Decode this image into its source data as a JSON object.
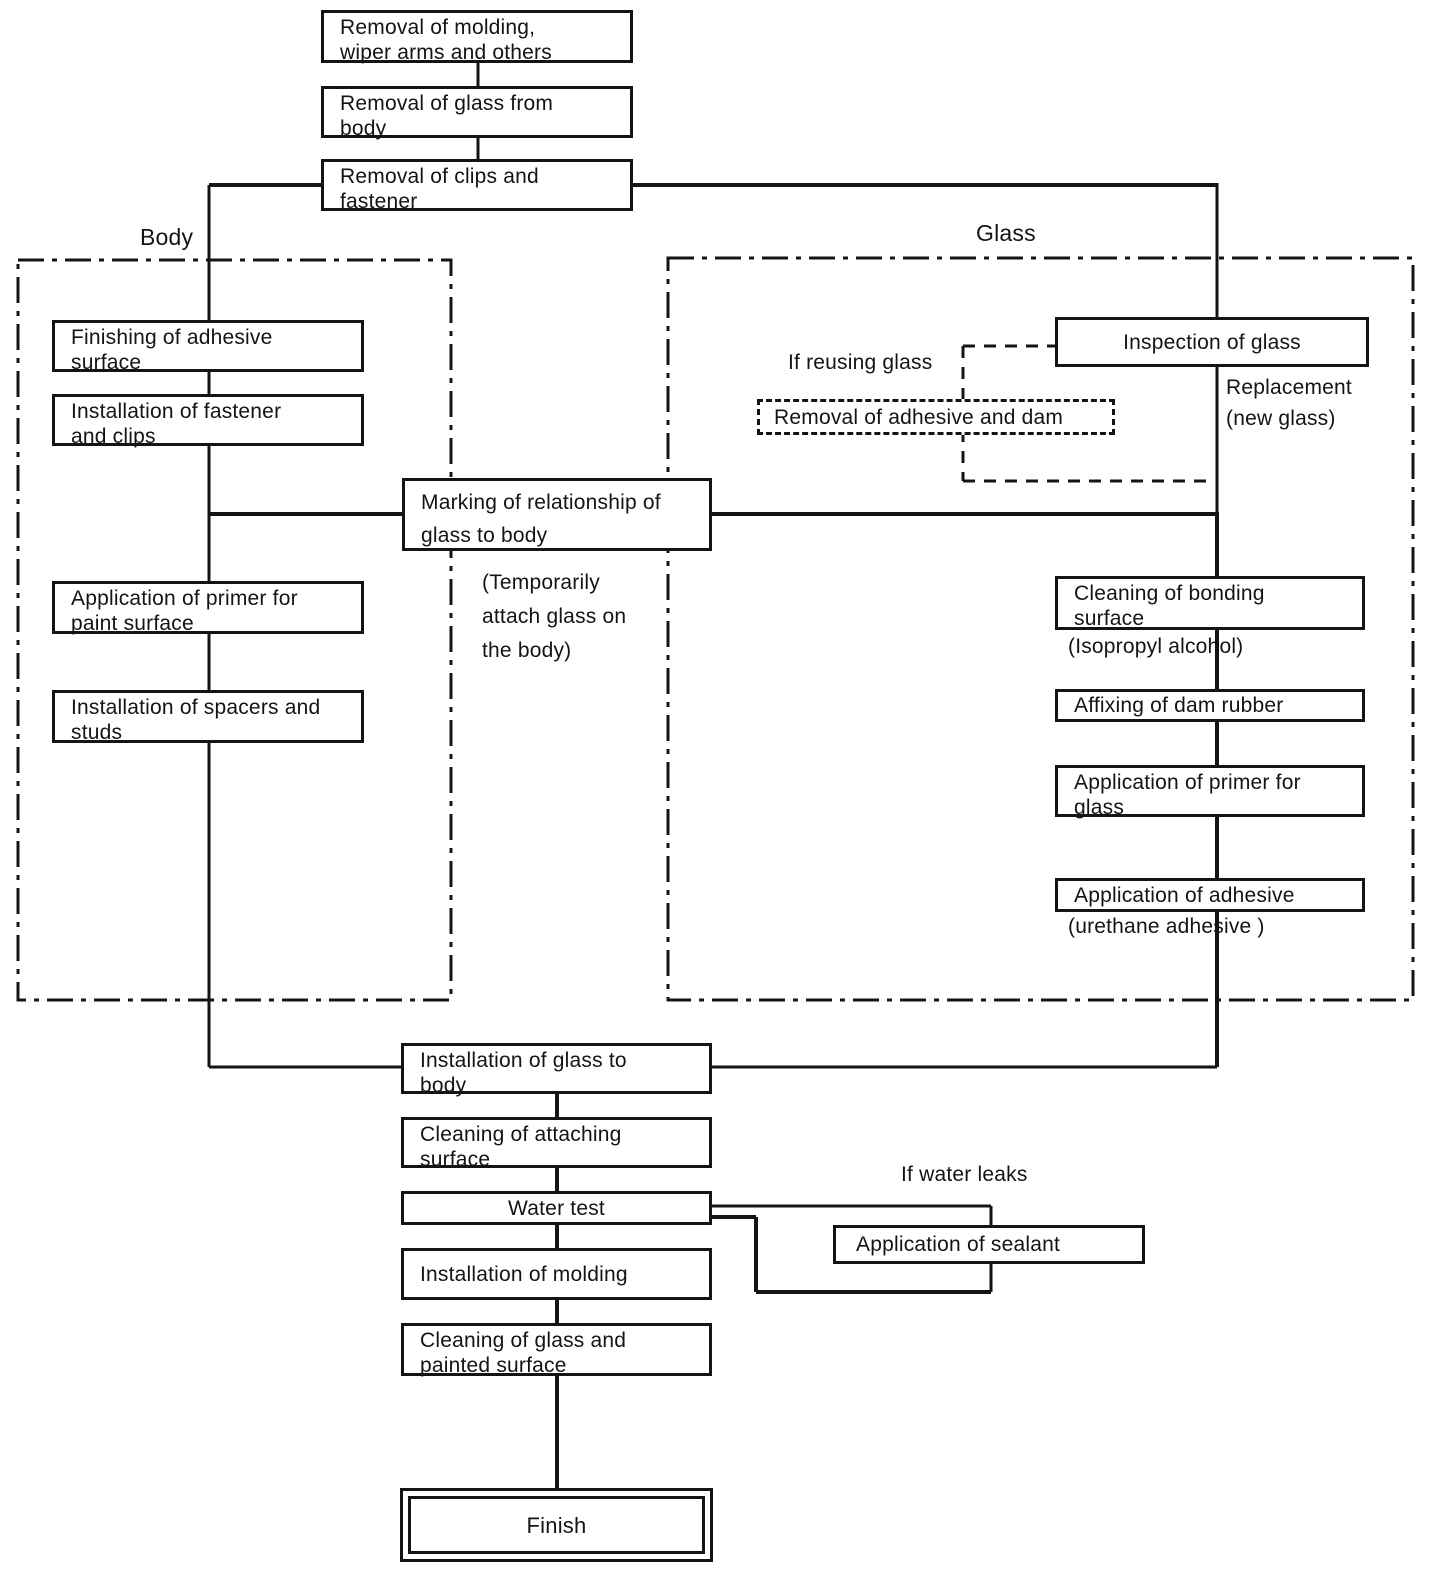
{
  "theme": {
    "ink": "#141414",
    "paper": "#ffffff"
  },
  "sections": {
    "body": {
      "label": "Body"
    },
    "glass": {
      "label": "Glass"
    }
  },
  "nodes": {
    "removal_molding": "Removal of molding,\nwiper arms and others",
    "removal_glass": "Removal of glass from\nbody",
    "removal_clips": "Removal of clips and\nfastener",
    "finishing_adhesive": "Finishing of adhesive\nsurface",
    "installation_fastener": "Installation of fastener\nand clips",
    "application_primer_paint": "Application of primer for\npaint surface",
    "installation_spacers": "Installation of spacers and\nstuds",
    "marking_relationship": "Marking of relationship of\nglass to body",
    "inspection_glass": "Inspection of glass",
    "removal_adhesive_dam": "Removal of adhesive and dam",
    "cleaning_bonding": "Cleaning of bonding\nsurface",
    "affixing_dam": "Affixing of dam rubber",
    "application_primer_glass": "Application of primer for\nglass",
    "application_adhesive": "Application of adhesive",
    "installation_glass_body": "Installation of glass to\nbody",
    "cleaning_attaching": "Cleaning of attaching\nsurface",
    "water_test": "Water test",
    "installation_molding": "Installation of molding",
    "cleaning_glass_painted": "Cleaning of glass and\npainted surface",
    "application_sealant": "Application of sealant",
    "finish": "Finish"
  },
  "annotations": {
    "if_reusing_glass": "If reusing glass",
    "replacement_new_glass": "Replacement\n(new glass)",
    "temporarily_attach": "(Temporarily\nattach glass on\nthe body)",
    "isopropyl": "(Isopropyl alcohol)",
    "urethane": "(urethane adhesive )",
    "if_water_leaks": "If water leaks"
  }
}
